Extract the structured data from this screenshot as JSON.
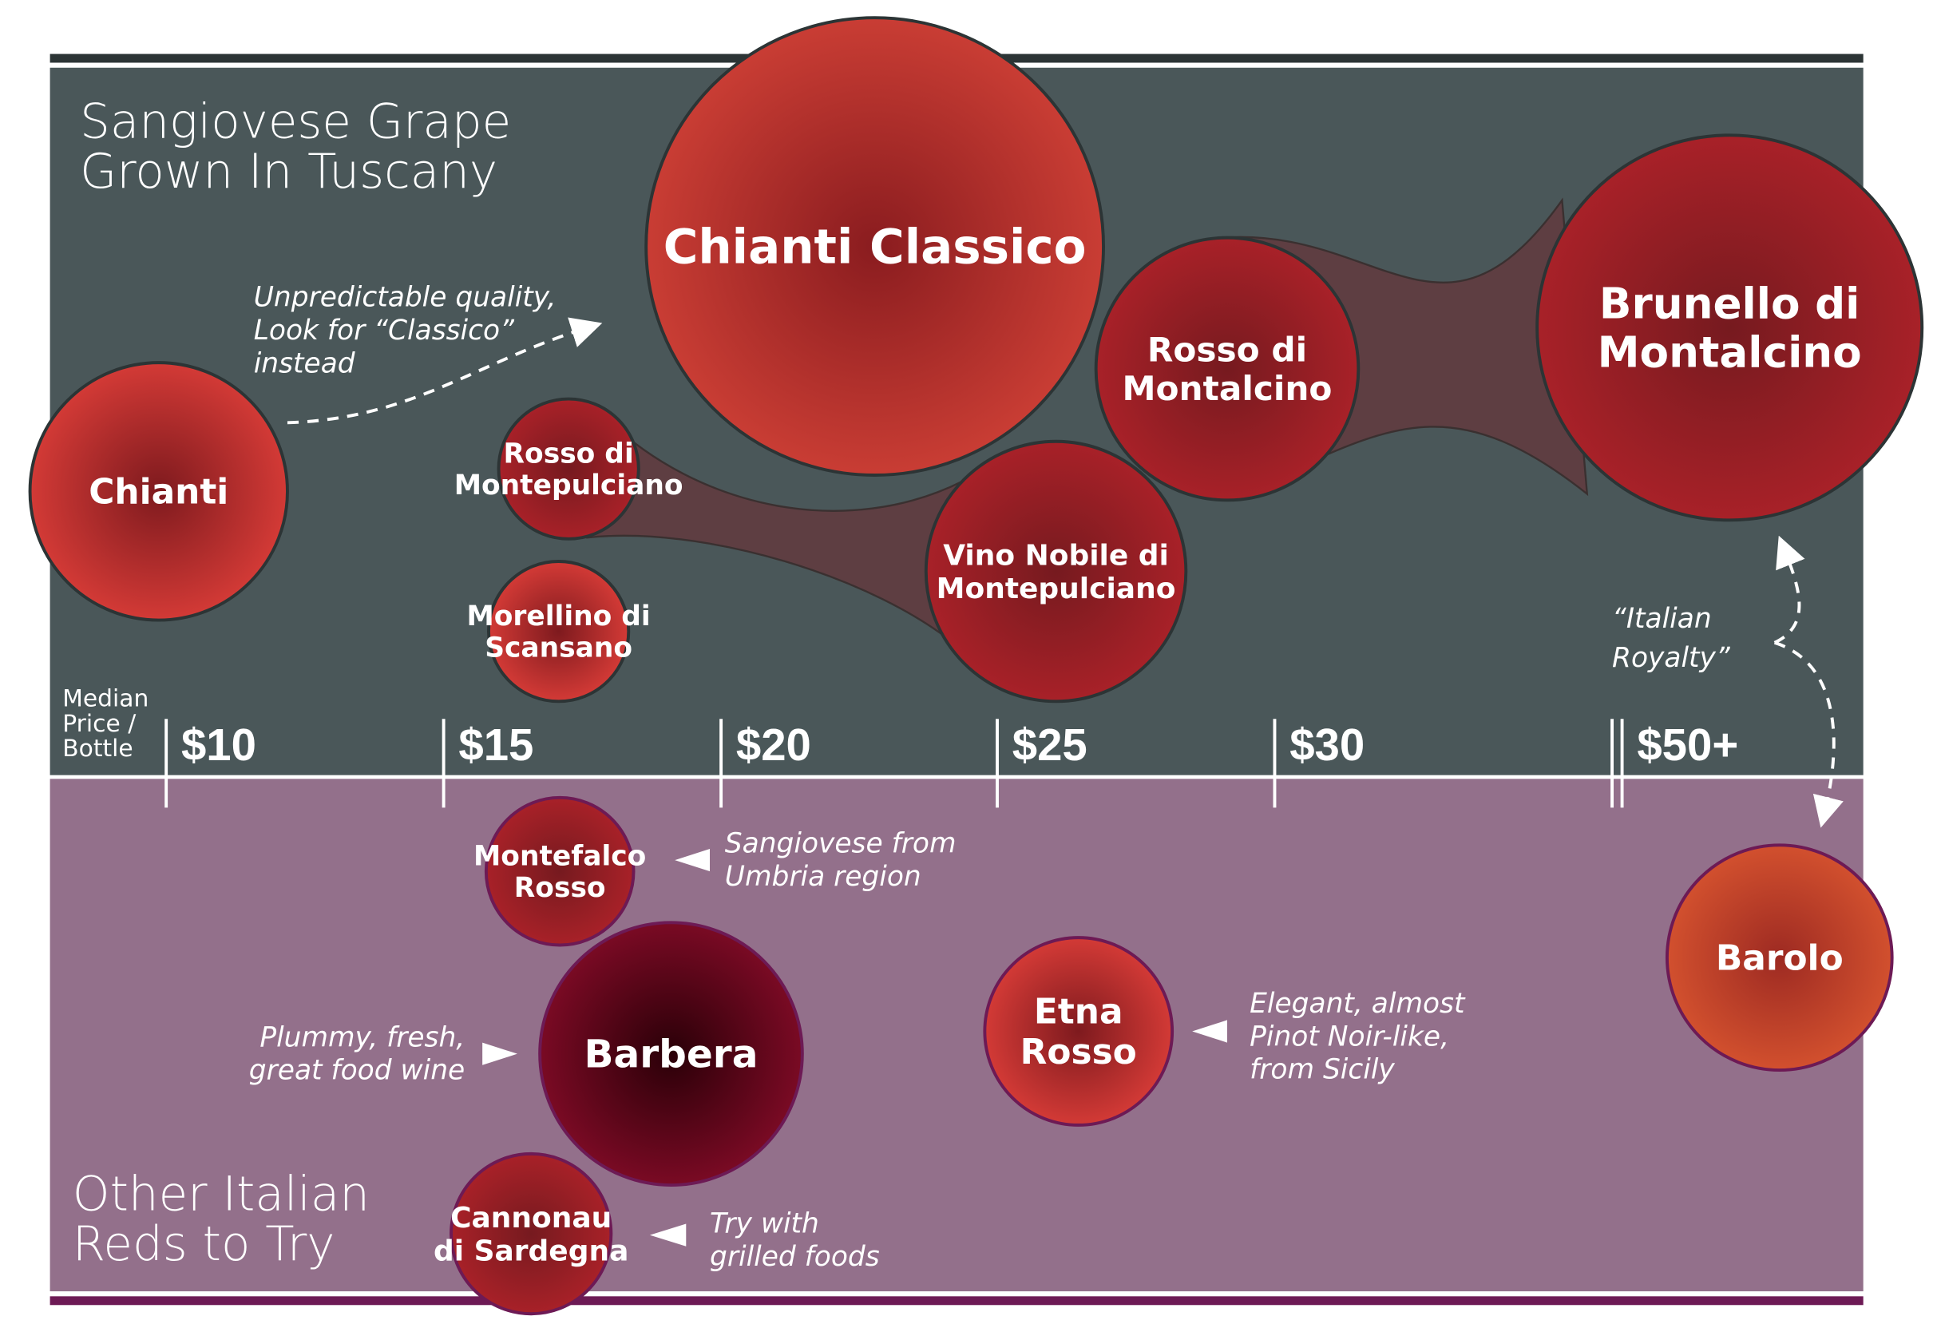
{
  "colors": {
    "top_panel": "#4a5759",
    "bottom_panel": "#93708b",
    "top_rule": "#2c3435",
    "bottom_rule": "#6d1a55",
    "ribbon": "#5e3e42"
  },
  "chart_data": {
    "type": "bubble",
    "x_axis": {
      "label": "Median Price / Bottle",
      "label_lines": [
        "Median",
        "Price /",
        "Bottle"
      ],
      "ticks": [
        "$10",
        "$15",
        "$20",
        "$25",
        "$30",
        "$50+"
      ]
    },
    "groups": [
      {
        "title_lines": [
          "Sangiovese Grape",
          "Grown In Tuscany"
        ]
      },
      {
        "title_lines": [
          "Other Italian",
          "Reds to Try"
        ]
      }
    ],
    "bubbles": [
      {
        "name": "Chianti",
        "lines": [
          "Chianti"
        ],
        "group": 0,
        "price": 10
      },
      {
        "name": "Chianti Classico",
        "lines": [
          "Chianti Classico"
        ],
        "group": 0,
        "price": 23
      },
      {
        "name": "Rosso di Montepulciano",
        "lines": [
          "Rosso di",
          "Montepulciano"
        ],
        "group": 0,
        "price": 17
      },
      {
        "name": "Morellino di Scansano",
        "lines": [
          "Morellino di",
          "Scansano"
        ],
        "group": 0,
        "price": 17
      },
      {
        "name": "Vino Nobile di Montepulciano",
        "lines": [
          "Vino Nobile di",
          "Montepulciano"
        ],
        "group": 0,
        "price": 26
      },
      {
        "name": "Rosso di Montalcino",
        "lines": [
          "Rosso di",
          "Montalcino"
        ],
        "group": 0,
        "price": 29
      },
      {
        "name": "Brunello di Montalcino",
        "lines": [
          "Brunello di",
          "Montalcino"
        ],
        "group": 0,
        "price": "50+"
      },
      {
        "name": "Montefalco Rosso",
        "lines": [
          "Montefalco",
          "Rosso"
        ],
        "group": 1,
        "price": 17
      },
      {
        "name": "Barbera",
        "lines": [
          "Barbera"
        ],
        "group": 1,
        "price": 19
      },
      {
        "name": "Etna Rosso",
        "lines": [
          "Etna",
          "Rosso"
        ],
        "group": 1,
        "price": 26
      },
      {
        "name": "Barolo",
        "lines": [
          "Barolo"
        ],
        "group": 1,
        "price": "50+"
      },
      {
        "name": "Cannonau di Sardegna",
        "lines": [
          "Cannonau",
          "di Sardegna"
        ],
        "group": 1,
        "price": 17
      }
    ],
    "annotations": [
      {
        "lines": [
          "Unpredictable quality,",
          "Look for “Classico”",
          "instead"
        ]
      },
      {
        "lines": [
          "“Italian",
          "Royalty”"
        ]
      },
      {
        "lines": [
          "Sangiovese from",
          "Umbria region"
        ]
      },
      {
        "lines": [
          "Plummy, fresh,",
          "great food wine"
        ]
      },
      {
        "lines": [
          "Elegant, almost",
          "Pinot Noir-like,",
          "from Sicily"
        ]
      },
      {
        "lines": [
          "Try with",
          "grilled foods"
        ]
      }
    ]
  }
}
